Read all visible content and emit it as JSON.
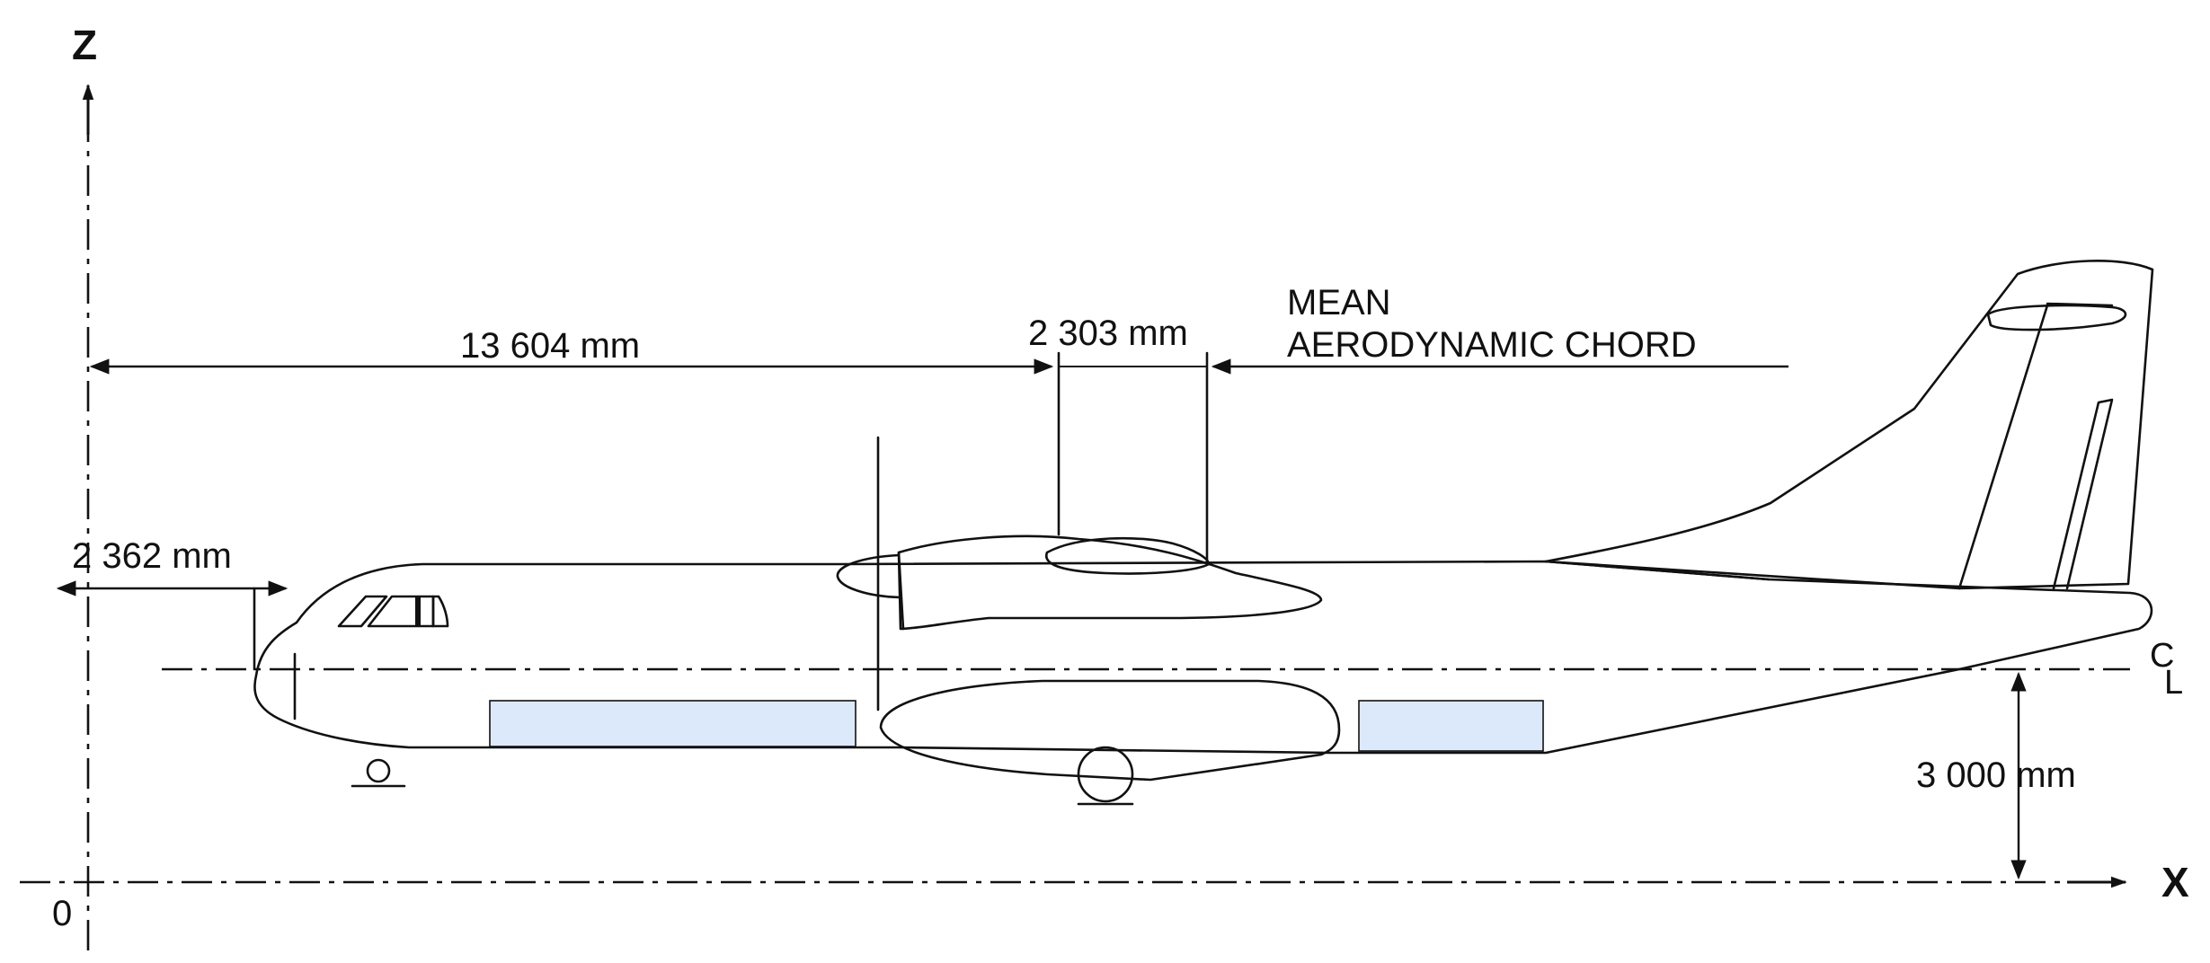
{
  "axes": {
    "z_label": "Z",
    "x_label": "X",
    "origin_label": "0",
    "centerline_label_c": "C",
    "centerline_label_l": "L"
  },
  "dimensions": {
    "datum_to_mac": "13 604 mm",
    "mac_length": "2 303 mm",
    "nose_offset": "2 362 mm",
    "centerline_height": "3 000 mm"
  },
  "annotations": {
    "mac_line1": "MEAN",
    "mac_line2": "AERODYNAMIC CHORD"
  },
  "colors": {
    "line": "#111111",
    "door_fill": "#dbe9fb"
  }
}
